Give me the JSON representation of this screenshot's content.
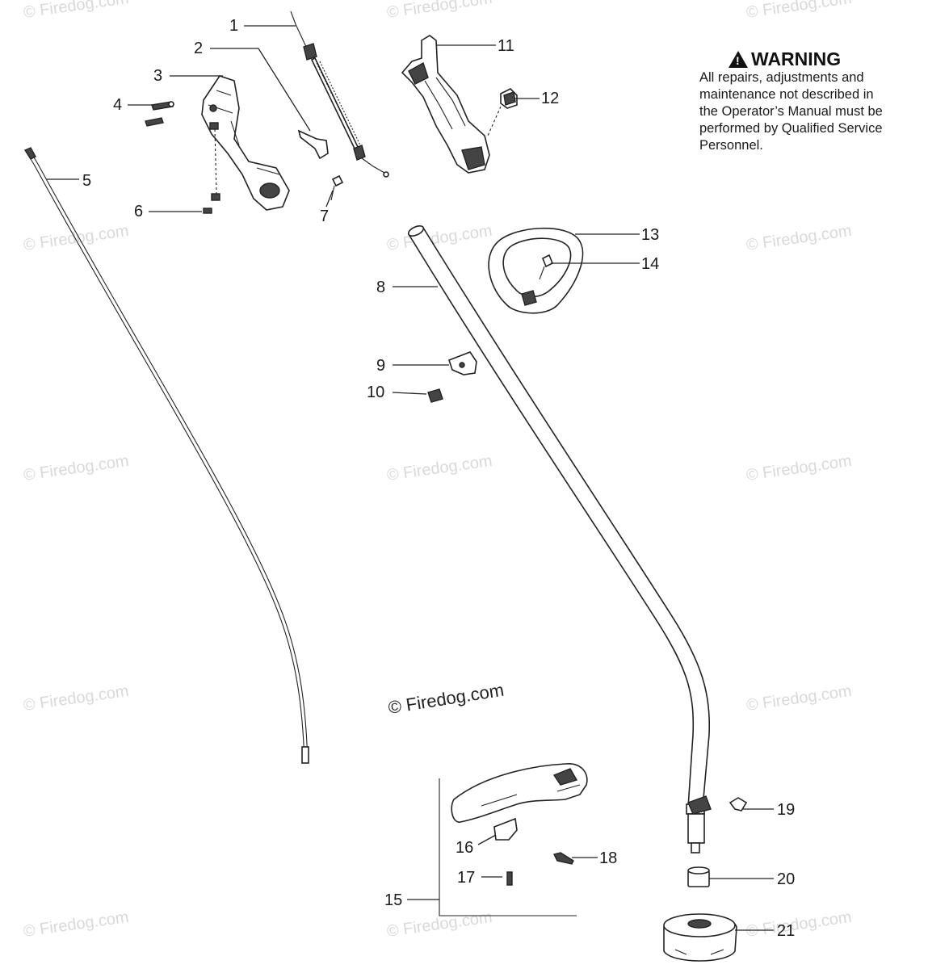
{
  "warning": {
    "title": "WARNING",
    "lines": [
      "All repairs, adjustments and",
      "maintenance not described in",
      "the Operator’s Manual must be",
      "performed by Qualified Service",
      "Personnel."
    ]
  },
  "watermark": {
    "faint": "© Firedog.com",
    "main": "© Firedog.com"
  },
  "parts": {
    "p1": "1",
    "p2": "2",
    "p3": "3",
    "p4": "4",
    "p5": "5",
    "p6": "6",
    "p7": "7",
    "p8": "8",
    "p9": "9",
    "p10": "10",
    "p11": "11",
    "p12": "12",
    "p13": "13",
    "p14": "14",
    "p15": "15",
    "p16": "16",
    "p17": "17",
    "p18": "18",
    "p19": "19",
    "p20": "20",
    "p21": "21"
  },
  "colors": {
    "ink": "#222222",
    "watermark": "#d9d9d9"
  }
}
